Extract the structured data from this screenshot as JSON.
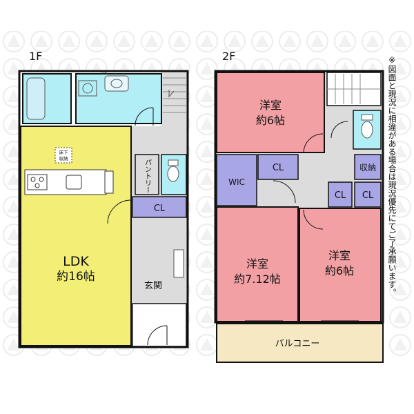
{
  "floors": {
    "first": {
      "label": "1F"
    },
    "second": {
      "label": "2F"
    }
  },
  "rooms_1f": {
    "ldk_name": "LDK",
    "ldk_size": "約16帖",
    "floor_storage_line1": "床下",
    "floor_storage_line2": "収納",
    "pantry": "パントリー",
    "closet": "CL",
    "entrance": "玄関",
    "ds": "DS"
  },
  "rooms_2f": {
    "room1_name": "洋室",
    "room1_size": "約6帖",
    "room2_name": "洋室",
    "room2_size": "約7.12帖",
    "room3_name": "洋室",
    "room3_size": "約6帖",
    "wic": "WIC",
    "closet_a": "CL",
    "closet_b": "CL",
    "closet_c": "CL",
    "storage": "収納",
    "balcony": "バルコニー"
  },
  "note": "※図面と現況に相違がある場合は現況優先にてご了承願います。",
  "colors": {
    "ldk": "#f3ef76",
    "water": "#b2eef5",
    "closet": "#a9a6e6",
    "bedroom": "#f2a0a3",
    "balcony": "#f6e8c2",
    "hall": "#dcdcdc",
    "wall": "#111111"
  }
}
